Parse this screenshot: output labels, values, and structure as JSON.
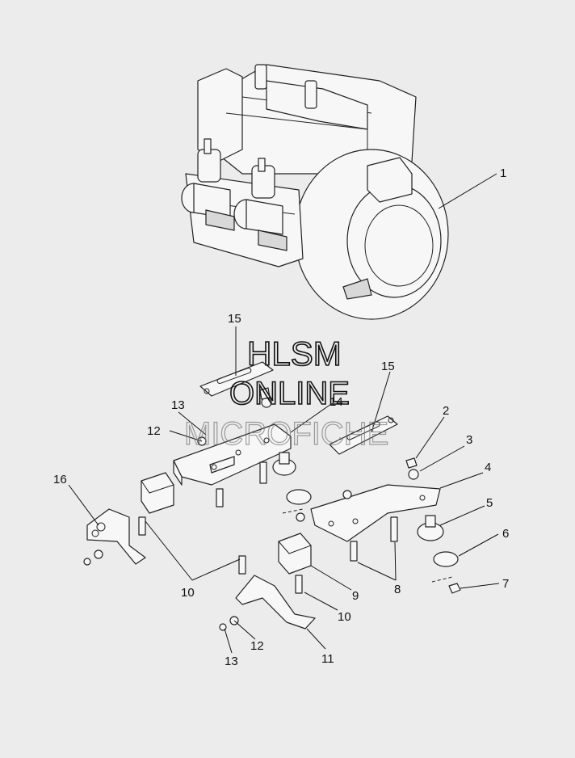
{
  "watermark": {
    "line1": "HLSM",
    "line2": "ONLINE",
    "line3": "MICROFICHE"
  },
  "callouts": {
    "c1": "1",
    "c2": "2",
    "c3": "3",
    "c4": "4",
    "c5": "5",
    "c6": "6",
    "c7": "7",
    "c8": "8",
    "c9": "9",
    "c10a": "10",
    "c10b": "10",
    "c11": "11",
    "c12a": "12",
    "c12b": "12",
    "c13a": "13",
    "c13b": "13",
    "c14": "14",
    "c15a": "15",
    "c15b": "15",
    "c16": "16"
  }
}
